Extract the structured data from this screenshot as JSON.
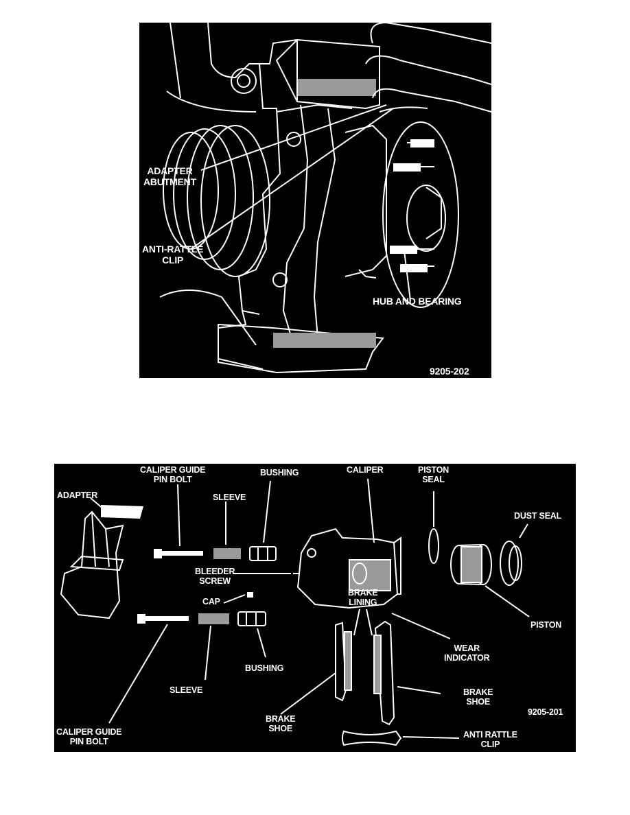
{
  "figure1": {
    "labels": {
      "adapter_abutment": [
        "ADAPTER",
        "ABUTMENT"
      ],
      "anti_rattle_clip": [
        "ANTI-RATTLE",
        "CLIP"
      ],
      "hub_and_bearing": "HUB AND BEARING"
    },
    "figure_number": "9205-202"
  },
  "figure2": {
    "labels": {
      "caliper_guide_pin_bolt_top": [
        "CALIPER GUIDE",
        "PIN BOLT"
      ],
      "bushing_top": "BUSHING",
      "caliper": "CALIPER",
      "piston_seal": [
        "PISTON",
        "SEAL"
      ],
      "adapter": "ADAPTER",
      "sleeve_top": "SLEEVE",
      "dust_seal": "DUST SEAL",
      "bleeder_screw": [
        "BLEEDER",
        "SCREW"
      ],
      "cap": "CAP",
      "brake_lining": [
        "BRAKE",
        "LINING"
      ],
      "piston": "PISTON",
      "wear_indicator": [
        "WEAR",
        "INDICATOR"
      ],
      "bushing_bottom": "BUSHING",
      "sleeve_bottom": "SLEEVE",
      "brake_shoe_right": [
        "BRAKE",
        "SHOE"
      ],
      "caliper_guide_pin_bolt_bottom": [
        "CALIPER GUIDE",
        "PIN BOLT"
      ],
      "brake_shoe_left": [
        "BRAKE",
        "SHOE"
      ],
      "anti_rattle_clip": [
        "ANTI RATTLE",
        "CLIP"
      ]
    },
    "figure_number": "9205-201"
  }
}
